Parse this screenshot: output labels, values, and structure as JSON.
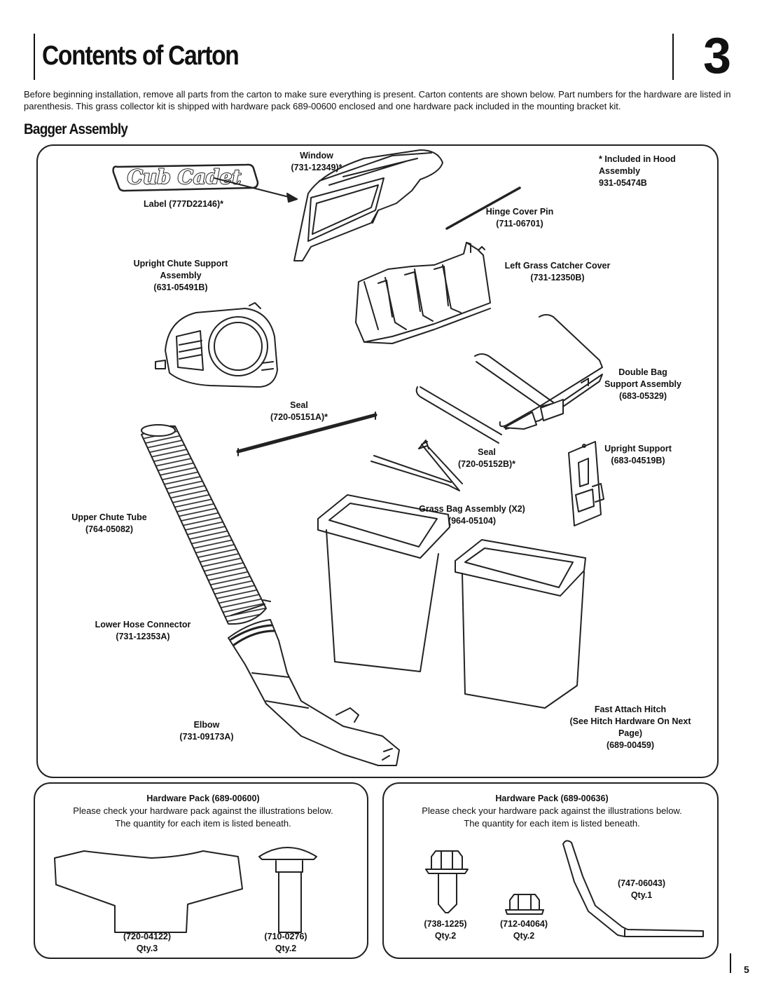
{
  "header": {
    "title": "Contents of Carton",
    "chapter": "3"
  },
  "intro": "Before beginning installation, remove all parts from the carton to make sure everything is present. Carton contents are shown below. Part numbers for the hardware are listed in parenthesis. This grass collector kit is shipped with hardware pack 689-00600 enclosed and one hardware pack included in the mounting bracket kit.",
  "section_title": "Bagger Assembly",
  "logo_text": "Cub Cadet",
  "parts": {
    "window": [
      "Window",
      "(731-12349)*"
    ],
    "note": [
      "* Included in Hood",
      "Assembly",
      "931-05474B"
    ],
    "label": [
      "Label (777D22146)*"
    ],
    "hinge_pin": [
      "Hinge Cover Pin",
      "(711-06701)"
    ],
    "chute_support": [
      "Upright Chute Support",
      "Assembly",
      "(631-05491B)"
    ],
    "left_cover": [
      "Left Grass Catcher Cover",
      "(731-12350B)"
    ],
    "double_bag": [
      "Double Bag",
      "Support Assembly",
      "(683-05329)"
    ],
    "seal_a": [
      "Seal",
      "(720-05151A)*"
    ],
    "seal_b": [
      "Seal",
      "(720-05152B)*"
    ],
    "upright_support": [
      "Upright Support",
      "(683-04519B)"
    ],
    "grass_bag": [
      "Grass Bag Assembly (X2)",
      "(964-05104)"
    ],
    "upper_chute": [
      "Upper Chute Tube",
      "(764-05082)"
    ],
    "lower_hose": [
      "Lower Hose Connector",
      "(731-12353A)"
    ],
    "elbow": [
      "Elbow",
      "(731-09173A)"
    ],
    "hitch": [
      "Fast Attach Hitch",
      "(See Hitch Hardware On Next",
      "Page)",
      "(689-00459)"
    ]
  },
  "hardware_left": {
    "title": "Hardware Pack (689-00600)",
    "lines": [
      "Please check your hardware pack against the illustrations below.",
      "The quantity for each item is listed beneath."
    ],
    "items": [
      {
        "part": "(720-04122)",
        "qty": "Qty.3"
      },
      {
        "part": "(710-0276)",
        "qty": "Qty.2"
      }
    ]
  },
  "hardware_right": {
    "title": "Hardware Pack (689-00636)",
    "lines": [
      "Please check your hardware pack against the illustrations below.",
      "The quantity for each item is listed beneath."
    ],
    "items": [
      {
        "part": "(738-1225)",
        "qty": "Qty.2"
      },
      {
        "part": "(712-04064)",
        "qty": "Qty.2"
      },
      {
        "part": "(747-06043)",
        "qty": "Qty.1"
      }
    ]
  },
  "page_number": "5"
}
